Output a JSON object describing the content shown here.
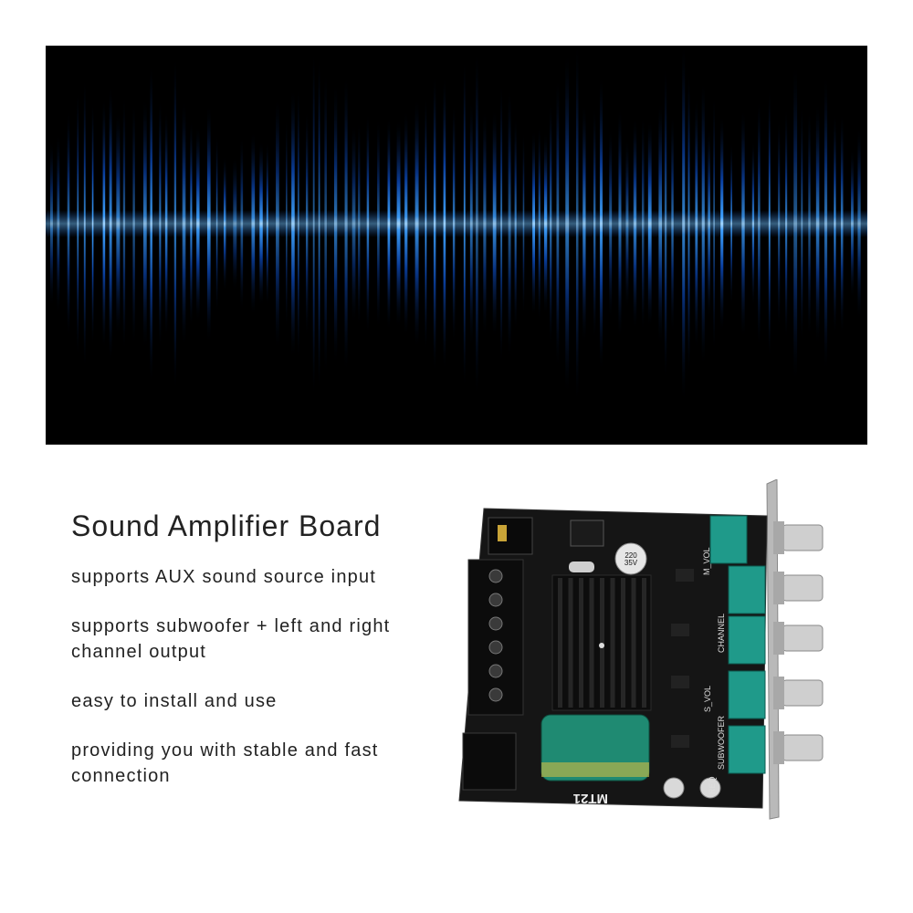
{
  "product": {
    "title": "Sound Amplifier Board",
    "features": [
      "supports AUX sound source input",
      "supports subwoofer + left and right channel output",
      "easy to install and use",
      "providing you with stable and fast connection"
    ]
  },
  "board_labels": {
    "model": "MT21",
    "cap_top": "220\n35V",
    "m_vol": "M_VOL",
    "channel": "CHANNEL",
    "s_vol": "S_VOL",
    "subwoofer": "SUBWOOFER",
    "req": "REQ"
  },
  "colors": {
    "wave": "#2a8cff",
    "wave_core": "#cfe8ff",
    "pcb": "#141414",
    "pot": "#1f9a8a"
  }
}
